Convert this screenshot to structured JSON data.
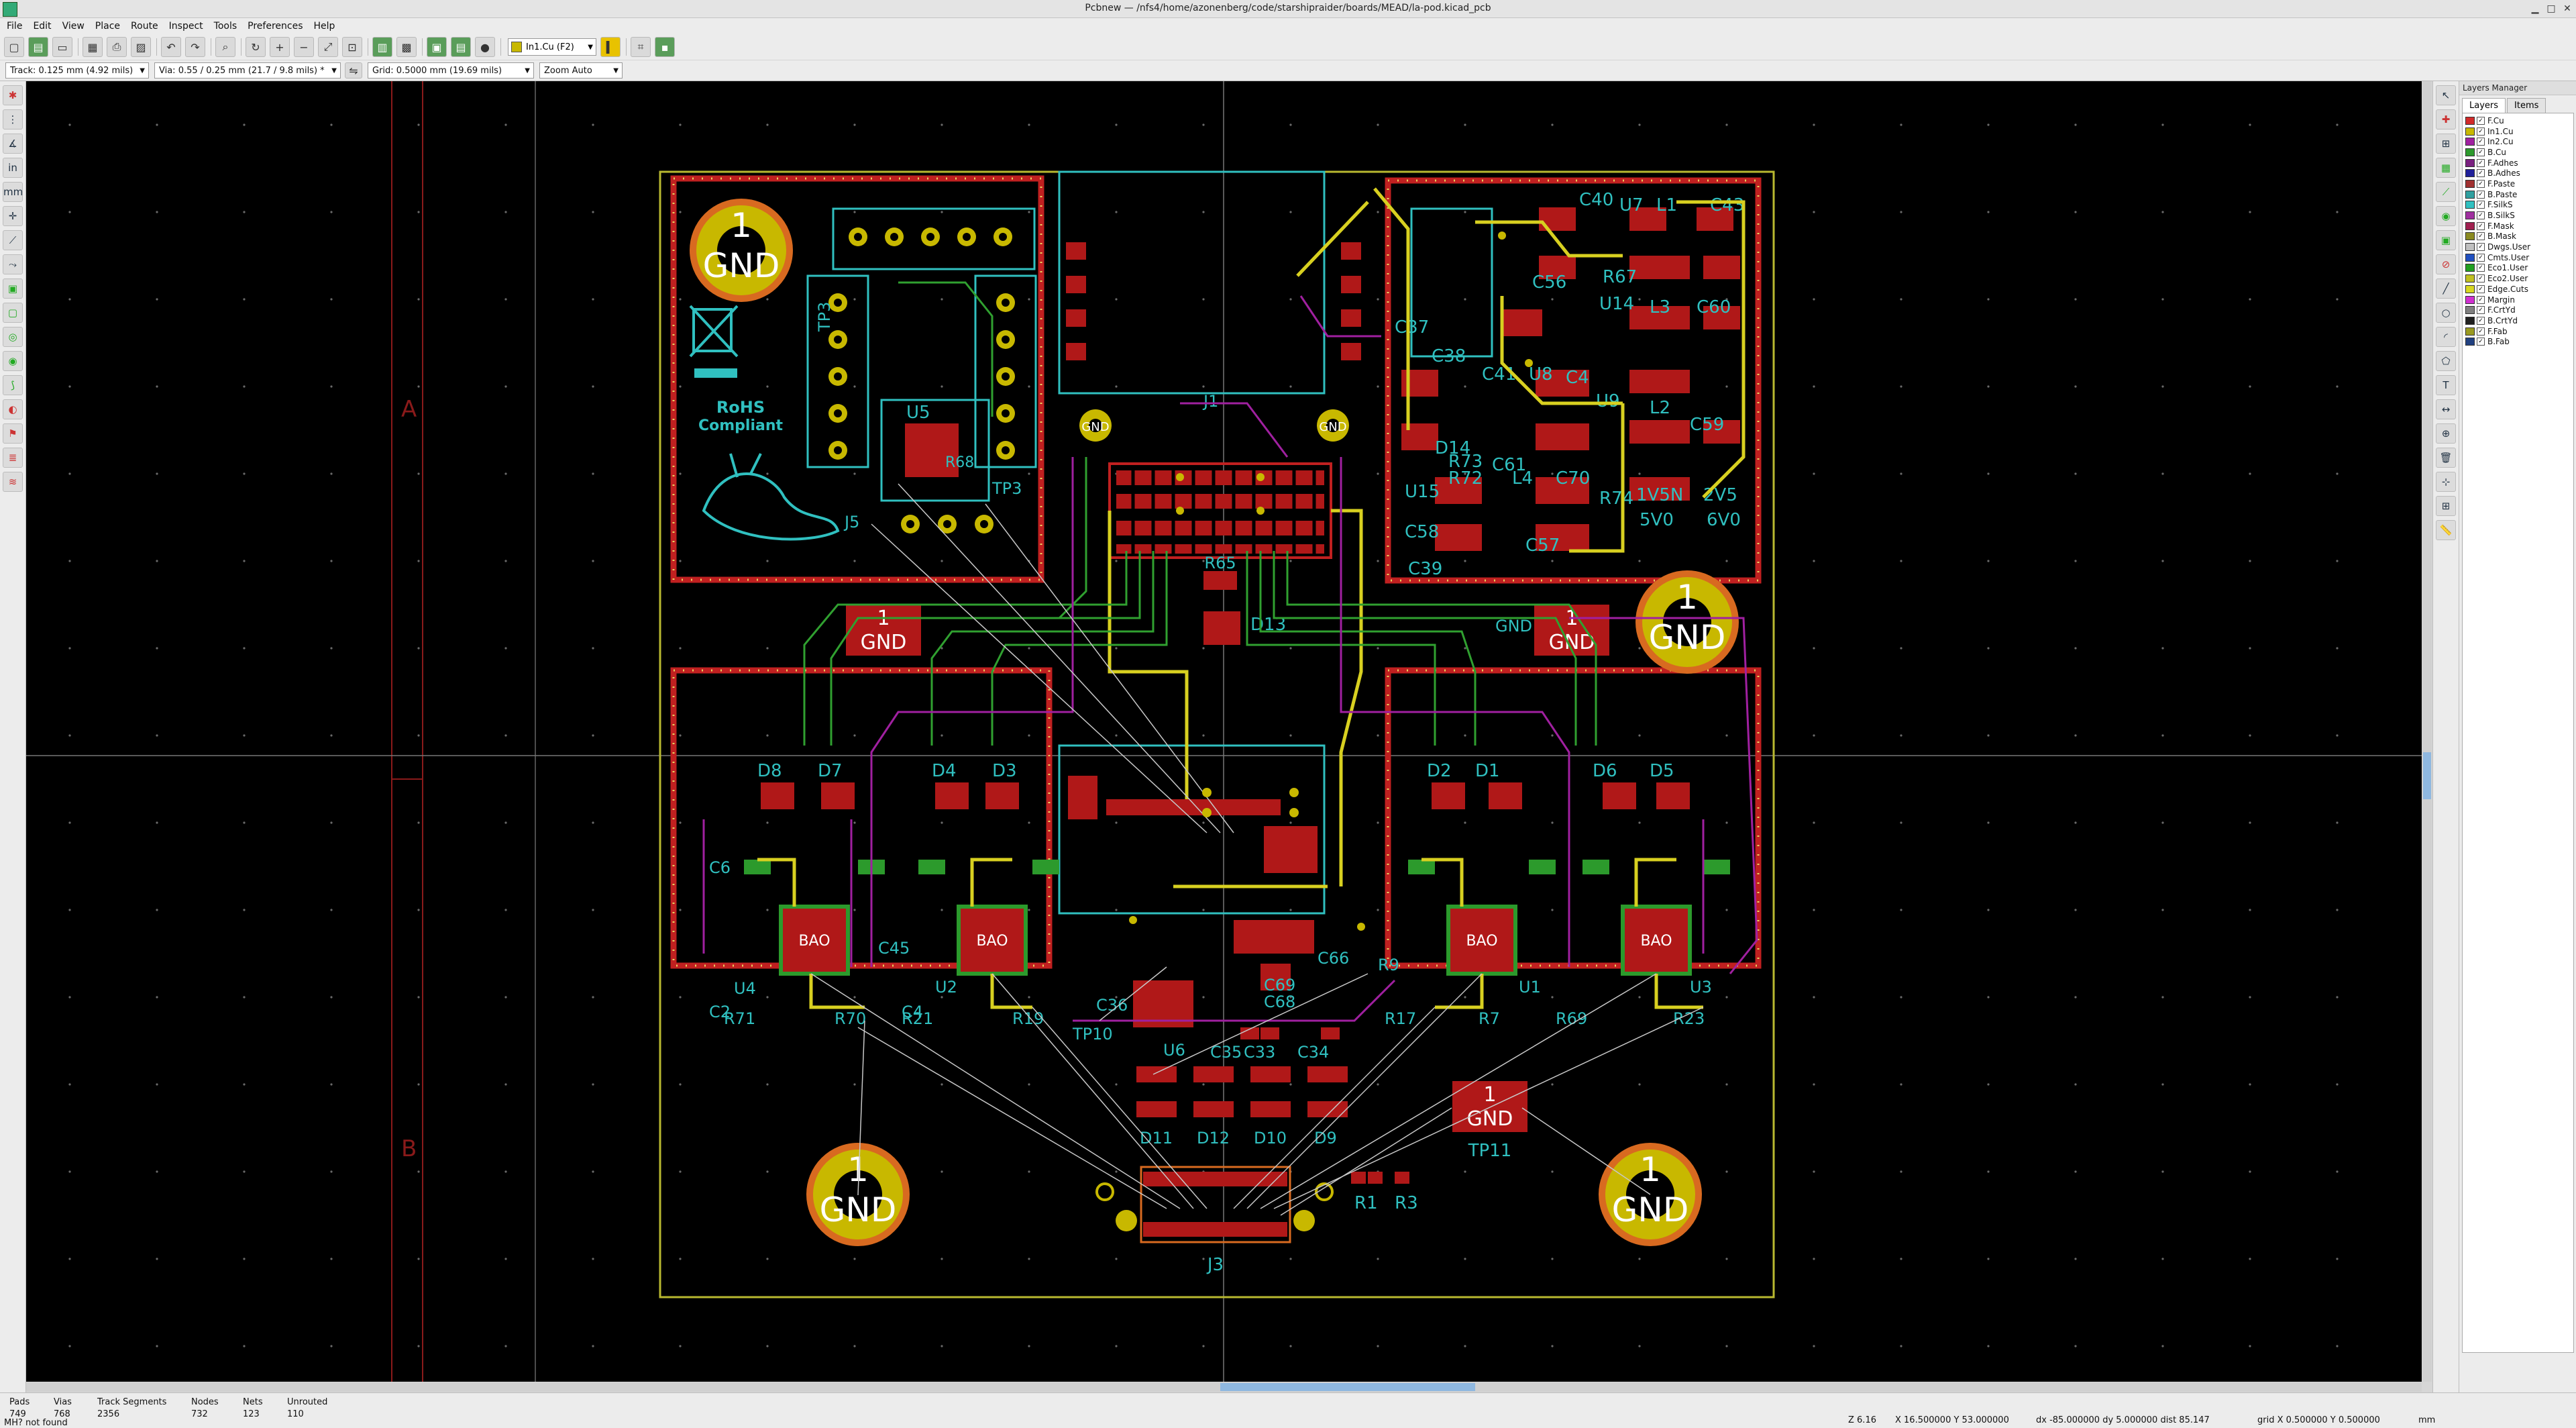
{
  "window": {
    "title": "Pcbnew — /nfs4/home/azonenberg/code/starshipraider/boards/MEAD/la-pod.kicad_pcb"
  },
  "menu": [
    "File",
    "Edit",
    "View",
    "Place",
    "Route",
    "Inspect",
    "Tools",
    "Preferences",
    "Help"
  ],
  "toolbar": {
    "active_layer": "In1.Cu (F2)",
    "layer_color": "#c8b800"
  },
  "toolbar2": {
    "track": "Track: 0.125 mm (4.92 mils)",
    "via": "Via: 0.55 / 0.25 mm (21.7 / 9.8 mils) *",
    "grid": "Grid: 0.5000 mm (19.69 mils)",
    "zoom": "Zoom Auto"
  },
  "layers_manager": {
    "title": "Layers Manager",
    "tabs": [
      "Layers",
      "Items"
    ],
    "layers": [
      {
        "name": "F.Cu",
        "color": "#d22a2a"
      },
      {
        "name": "In1.Cu",
        "color": "#c8b800"
      },
      {
        "name": "In2.Cu",
        "color": "#a020a0"
      },
      {
        "name": "B.Cu",
        "color": "#2c9a2c"
      },
      {
        "name": "F.Adhes",
        "color": "#7a2080"
      },
      {
        "name": "B.Adhes",
        "color": "#20209a"
      },
      {
        "name": "F.Paste",
        "color": "#a03030"
      },
      {
        "name": "B.Paste",
        "color": "#30a0a0"
      },
      {
        "name": "F.SilkS",
        "color": "#30c0c0"
      },
      {
        "name": "B.SilkS",
        "color": "#a030a0"
      },
      {
        "name": "F.Mask",
        "color": "#a02050"
      },
      {
        "name": "B.Mask",
        "color": "#8a8a20"
      },
      {
        "name": "Dwgs.User",
        "color": "#c0c0c0"
      },
      {
        "name": "Cmts.User",
        "color": "#2050c0"
      },
      {
        "name": "Eco1.User",
        "color": "#20a020"
      },
      {
        "name": "Eco2.User",
        "color": "#c0c020"
      },
      {
        "name": "Edge.Cuts",
        "color": "#d8d820"
      },
      {
        "name": "Margin",
        "color": "#d030d0"
      },
      {
        "name": "F.CrtYd",
        "color": "#808080"
      },
      {
        "name": "B.CrtYd",
        "color": "#202020"
      },
      {
        "name": "F.Fab",
        "color": "#9a9a20"
      },
      {
        "name": "B.Fab",
        "color": "#204080"
      }
    ]
  },
  "status": {
    "pads_label": "Pads",
    "pads": "749",
    "vias_label": "Vias",
    "vias": "768",
    "tracks_label": "Track Segments",
    "tracks": "2356",
    "nodes_label": "Nodes",
    "nodes": "732",
    "nets_label": "Nets",
    "nets": "123",
    "unrouted_label": "Unrouted",
    "unrouted": "110",
    "message": "MH? not found",
    "zoom": "Z 6.16",
    "xy": "X 16.500000  Y 53.000000",
    "delta": "dx -85.000000  dy 5.000000  dist 85.147",
    "grid": "grid X 0.500000  Y 0.500000",
    "units": "mm"
  },
  "pcb": {
    "labels": {
      "sheet_a": "A",
      "sheet_b": "B",
      "gnd": "GND",
      "pin1": "1",
      "rohs1": "RoHS",
      "rohs2": "Compliant",
      "u5": "U5",
      "tp3": "TP3",
      "r68": "R68",
      "j5": "J5",
      "tp3b": "TP3",
      "j1": "J1",
      "d13": "D13",
      "r65": "R65",
      "c40": "C40",
      "u7": "U7",
      "l1": "L1",
      "c43": "C43",
      "c56": "C56",
      "r67": "R67",
      "u14": "U14",
      "l3": "L3",
      "c60": "C60",
      "c37": "C37",
      "c38": "C38",
      "c41": "C41",
      "u8": "U8",
      "c4x": "C4",
      "u9": "U9",
      "l2": "L2",
      "c59": "C59",
      "d14": "D14",
      "r73": "R73",
      "r72": "R72",
      "c61": "C61",
      "u15": "U15",
      "l4": "L4",
      "c70": "C70",
      "r74": "R74",
      "c58": "C58",
      "c39": "C39",
      "c57": "C57",
      "v1v5n": "1V5N",
      "v2v5": "2V5",
      "v5v0": "5V0",
      "v6v0": "6V0",
      "d8": "D8",
      "d7": "D7",
      "d4": "D4",
      "d3": "D3",
      "d2": "D2",
      "d1": "D1",
      "d6": "D6",
      "d5": "D5",
      "u4": "U4",
      "u2": "U2",
      "u1": "U1",
      "u3": "U3",
      "r71": "R71",
      "r70": "R70",
      "r21": "R21",
      "r19": "R19",
      "r17": "R17",
      "r7": "R7",
      "r69": "R69",
      "r23": "R23",
      "c6": "C6",
      "c2": "C2",
      "c45": "C45",
      "c4": "C4",
      "r9": "R9",
      "c36": "C36",
      "tp10": "TP10",
      "u6": "U6",
      "c35": "C35",
      "c33": "C33",
      "c34": "C34",
      "c69": "C69",
      "c68": "C68",
      "c66": "C66",
      "d11": "D11",
      "d12": "D12",
      "d10": "D10",
      "d9": "D9",
      "tp11": "TP11",
      "j3": "J3",
      "r1": "R1",
      "r3": "R3",
      "bao": "BAO",
      "gnd_text": "GND"
    }
  }
}
